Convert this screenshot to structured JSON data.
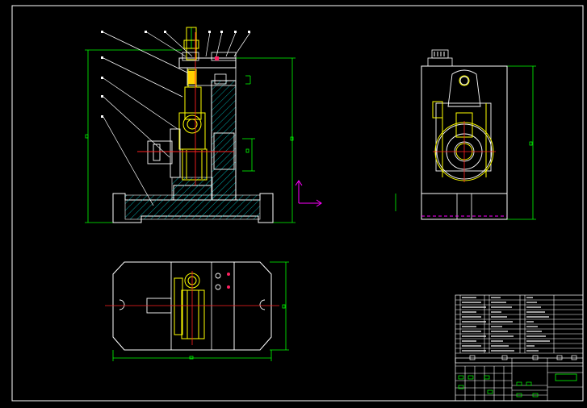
{
  "drawing": {
    "background": "#000000",
    "colors": {
      "outline": "#ffffff",
      "dimension": "#00ff00",
      "hatch": "#00d0d0",
      "part_yellow": "#ffff00",
      "centerline": "#ff2020",
      "ucs": "#ff00ff",
      "hidden_line": "#ff00ff"
    },
    "views": [
      "front-section-view",
      "side-view",
      "top-view"
    ],
    "title_block": {
      "rows": 12
    }
  }
}
